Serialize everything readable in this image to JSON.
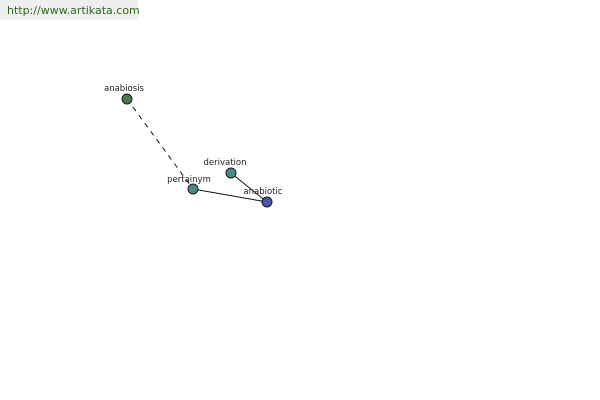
{
  "header": {
    "url": "http://www.artikata.com"
  },
  "diagram": {
    "nodes": [
      {
        "id": "anabiosis",
        "label": "anabiosis",
        "color": "#4a7a4a"
      },
      {
        "id": "derivation",
        "label": "derivation",
        "color": "#4a8a8a"
      },
      {
        "id": "pertainym",
        "label": "pertainym",
        "color": "#4a8a8a"
      },
      {
        "id": "anabiotic",
        "label": "anabiotic",
        "color": "#4a55a8"
      }
    ],
    "edges": [
      {
        "from": "anabiosis",
        "to": "pertainym",
        "style": "dashed"
      },
      {
        "from": "pertainym",
        "to": "anabiotic",
        "style": "solid"
      },
      {
        "from": "derivation",
        "to": "anabiotic",
        "style": "solid"
      }
    ]
  }
}
